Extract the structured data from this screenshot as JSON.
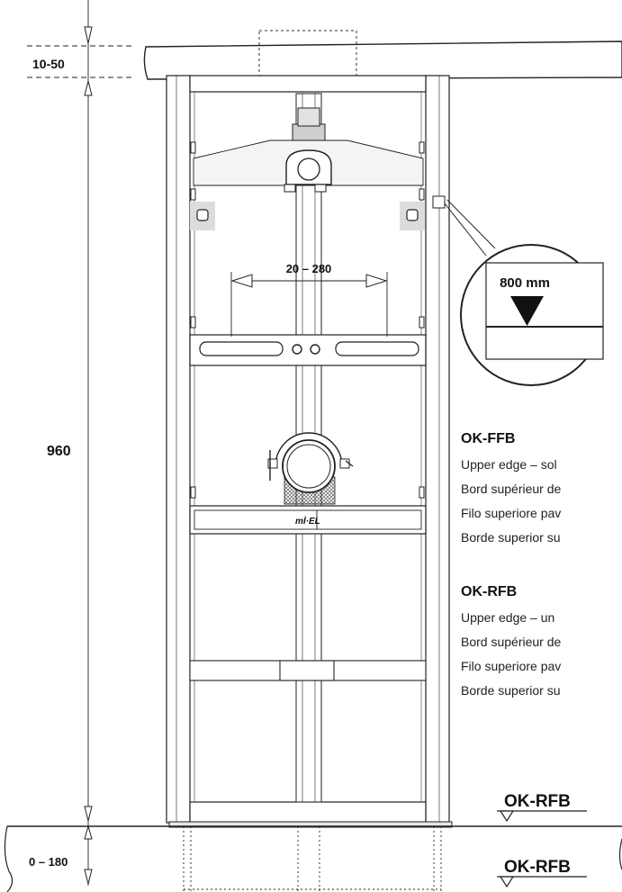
{
  "dimensions": {
    "top_gap": "10-50",
    "total_height": "960",
    "adjust_width": "20 – 280",
    "floor_range": "0 – 180"
  },
  "callout": {
    "label": "800 mm"
  },
  "brand": {
    "logo_text": "mİ·EL"
  },
  "legend": {
    "ffb": {
      "title": "OK-FFB",
      "lines": [
        "Upper edge – sol",
        "Bord supérieur de",
        "Filo superiore pav",
        "Borde superior su"
      ]
    },
    "rfb": {
      "title": "OK-RFB",
      "lines": [
        "Upper edge – un",
        "Bord supérieur de",
        "Filo superiore pav",
        "Borde superior su"
      ]
    }
  },
  "markers": {
    "upper": "OK-RFB",
    "lower": "OK-RFB"
  },
  "colors": {
    "line": "#222222",
    "fill_light": "#f2f2f2",
    "fill_grey": "#cfcfcf"
  }
}
